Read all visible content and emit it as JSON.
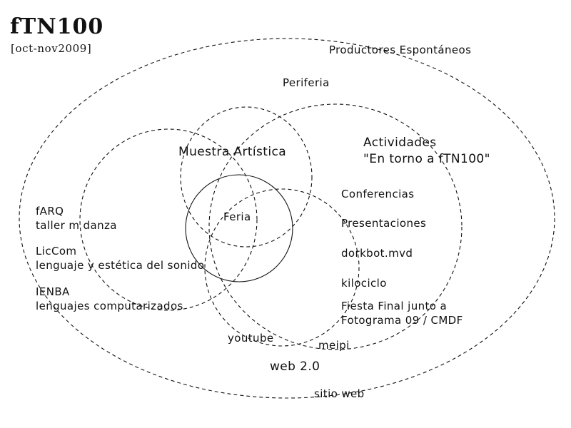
{
  "header": {
    "title": "fTN100",
    "subtitle": "[oct-nov2009]"
  },
  "regions": {
    "productores": "Productores Espontáneos",
    "periferia": "Periferia",
    "muestra": "Muestra Artística",
    "actividades_line1": "Actividades",
    "actividades_line2": "\"En torno a fTN100\"",
    "feria": "Feria",
    "web20": "web 2.0",
    "sitio_web": "sitio web"
  },
  "left_items": [
    {
      "line1": "fARQ",
      "line2": "taller m danza"
    },
    {
      "line1": "LicCom",
      "line2": "lenguaje y estética del sonido"
    },
    {
      "line1": "IENBA",
      "line2": "lenguajes computarizados"
    }
  ],
  "right_items": [
    "Conferencias",
    "Presentaciones",
    "dorkbot.mvd",
    "kilociclo"
  ],
  "fiesta": {
    "line1": "Fiesta Final junto a",
    "line2": "Fotograma 09 / CMDF"
  },
  "web_items": {
    "youtube": "youtube",
    "meipi": "meipi"
  }
}
